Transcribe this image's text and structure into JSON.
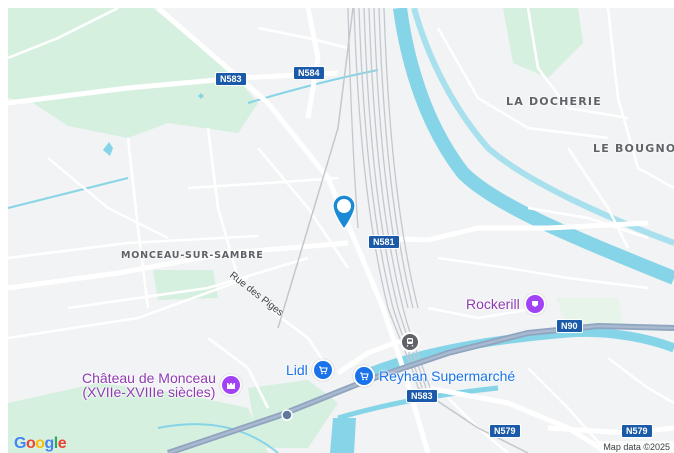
{
  "map": {
    "colors": {
      "land": "#f1f3f4",
      "park": "#d6f0df",
      "water": "#86d4e8",
      "road": "#ffffff",
      "highway": "#8fa4bf",
      "rail": "#c4c8ce",
      "poi_purple": "#a142f4",
      "poi_blue": "#1a73e8",
      "pin": "#1a8ad4"
    },
    "places": [
      {
        "name": "LA DOCHERIE"
      },
      {
        "name": "LE BOUGNOU"
      },
      {
        "name": "MONCEAU-SUR-SAMBRE"
      }
    ],
    "streets": [
      {
        "name": "Rue des Piges"
      }
    ],
    "road_shields": [
      "N583",
      "N584",
      "N581",
      "N90",
      "N583",
      "N579",
      "N579"
    ],
    "pois": [
      {
        "name": "Rockerill",
        "icon": "music-venue-icon"
      },
      {
        "name": "Château de Monceau",
        "name_line2": "(XVIIe-XVIIIe siècles)",
        "icon": "castle-icon"
      },
      {
        "name": "Lidl",
        "icon": "shopping-cart-icon"
      },
      {
        "name": "Reyhan Supermarché",
        "icon": "shopping-cart-icon"
      }
    ],
    "google_logo": "Google",
    "attribution": "Map data ©2025"
  }
}
